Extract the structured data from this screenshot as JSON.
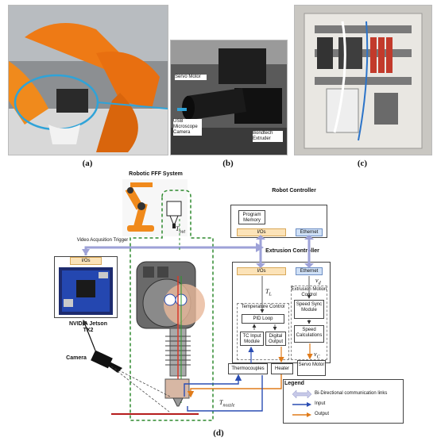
{
  "captions": {
    "a": "(a)",
    "b": "(b)",
    "c": "(c)",
    "d": "(d)"
  },
  "photo_b_labels": {
    "servo": "Servo Motor",
    "usb": "USB Microscope Camera",
    "bondtech": "Bondtech Extruder"
  },
  "diagram": {
    "robotic_system_title": "Robotic FFF System",
    "robot_controller_title": "Robot Controller",
    "program_memory": "Program Memory",
    "robot_ios": "I/Os",
    "robot_ethernet": "Ethernet",
    "video_trigger": "Video Acqusition Trigger",
    "jetson_ios": "I/Os",
    "jetson_label": "NVIDIA Jetson TX2",
    "camera_label": "Camera",
    "extrusion_controller_title": "Extrusion Controller",
    "extrusion_ios": "I/Os",
    "extrusion_ethernet": "Ethernet",
    "temperature_control": "Temperature Control",
    "extrusion_motion_control": "Extrusion Motion Control",
    "pid_loop": "PID Loop",
    "tc_input_module": "TC Input Module",
    "digital_output": "Digital Output",
    "speed_sync_module": "Speed Sync Module",
    "speed_calculations": "Speed Calculations",
    "thermocouples": "Thermocouples",
    "heater": "Heater",
    "servo_motor": "Servo Motor",
    "sym_tout": "T",
    "sym_tout_sub": "out",
    "sym_tl": "T",
    "sym_tl_sub": "L",
    "sym_vd": "v",
    "sym_vd_sub": "d",
    "sym_vc": "v",
    "sym_vc_sub": "C",
    "sym_tnozzle": "T",
    "sym_tnozzle_sub": "nozzle"
  },
  "legend": {
    "title": "Legend",
    "bidirectional": "Bi-Directional communication links",
    "input": "Input",
    "output": "Output"
  },
  "colors": {
    "robot_orange": "#f08a1c",
    "link_blue": "#2a4db3",
    "output_orange": "#e07b1a",
    "dashed_green": "#2f8a2f",
    "bidir_fill": "#c7c9e8"
  }
}
